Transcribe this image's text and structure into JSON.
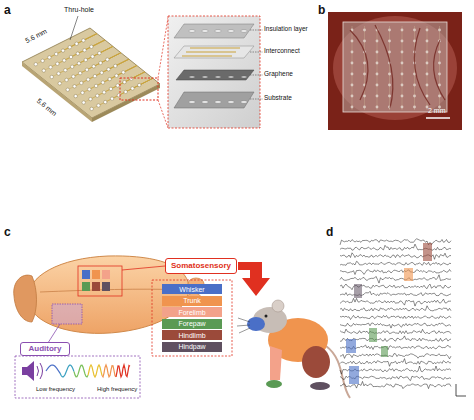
{
  "diagram": {
    "nodes": [
      {
        "text": [
          "Somatosensory"
        ]
      },
      {
        "text": [
          "Whisker"
        ]
      },
      {
        "text": [
          "Trunk"
        ]
      },
      {
        "text": [
          "Forelimb"
        ]
      },
      {
        "text": [
          "Forepaw"
        ]
      },
      {
        "text": [
          "Hindlimb"
        ]
      },
      {
        "text": [
          "Hindpaw"
        ]
      },
      {
        "text": [
          "Auditory"
        ]
      }
    ],
    "labels": [
      "a",
      "Thru-hole",
      "5.6 mm",
      "5.6 mm",
      "Insulation layer",
      "Interconnect",
      "Graphene",
      "Substrate",
      "b",
      "2 mm",
      "c",
      "Low frequency",
      "High frequency",
      "d"
    ]
  }
}
